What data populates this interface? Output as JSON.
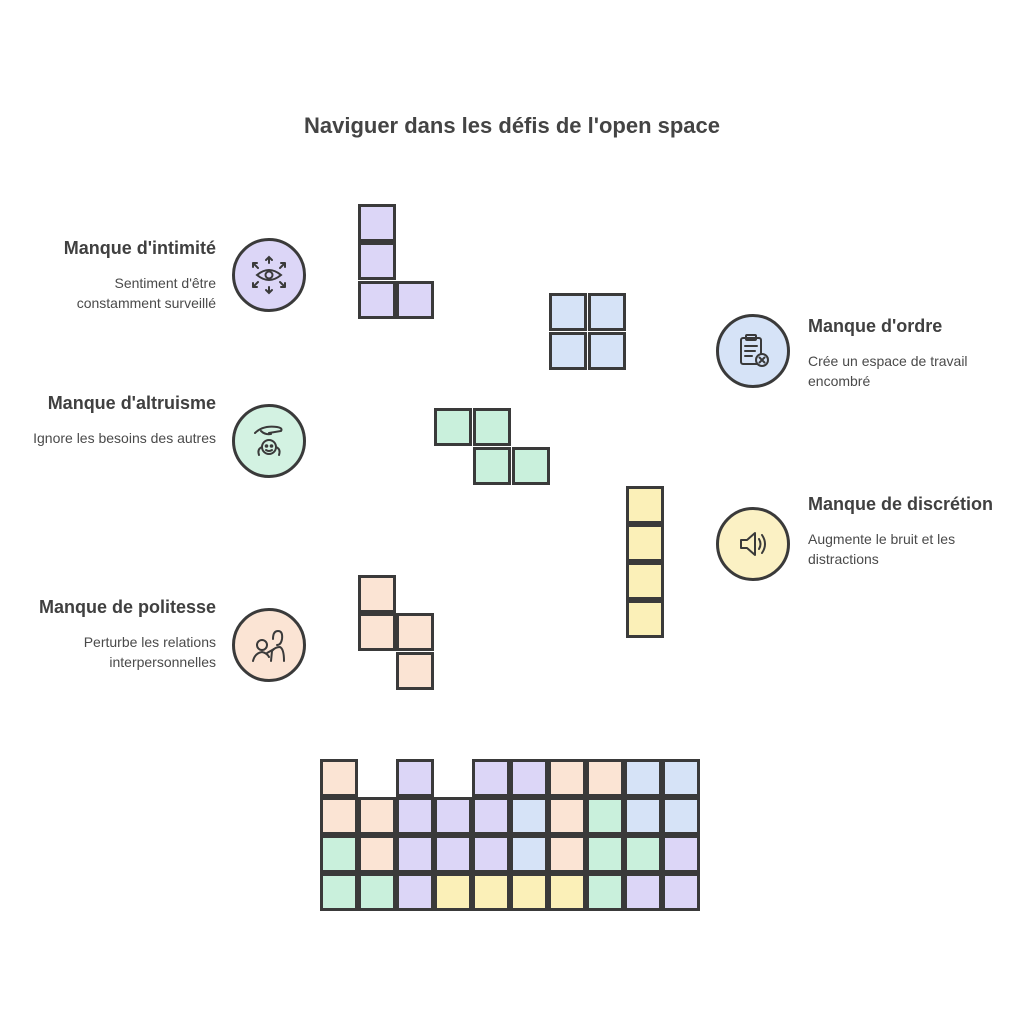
{
  "title": "Naviguer dans les défis de l'open space",
  "items": [
    {
      "heading": "Manque d'intimité",
      "desc": "Sentiment d'être constamment surveillé",
      "icon": "eye-surveillance-icon",
      "color": "#dcd6f7"
    },
    {
      "heading": "Manque d'altruisme",
      "desc": "Ignore les besoins des autres",
      "icon": "hand-over-child-icon",
      "color": "#d3f2e2"
    },
    {
      "heading": "Manque de politesse",
      "desc": "Perturbe les relations interpersonnelles",
      "icon": "people-conflict-icon",
      "color": "#fbe4d4"
    },
    {
      "heading": "Manque d'ordre",
      "desc": "Crée un espace de travail encombré",
      "icon": "cluttered-clipboard-icon",
      "color": "#d6e3f7"
    },
    {
      "heading": "Manque de discrétion",
      "desc": "Augmente le bruit et les distractions",
      "icon": "speaker-noise-icon",
      "color": "#fbf1c4"
    }
  ],
  "colors": {
    "purple": "#dcd6f7",
    "blue": "#d6e3f7",
    "green": "#c9f0dc",
    "yellow": "#fbf0b8",
    "peach": "#fbe4d4",
    "stroke": "#3a3a3a"
  }
}
